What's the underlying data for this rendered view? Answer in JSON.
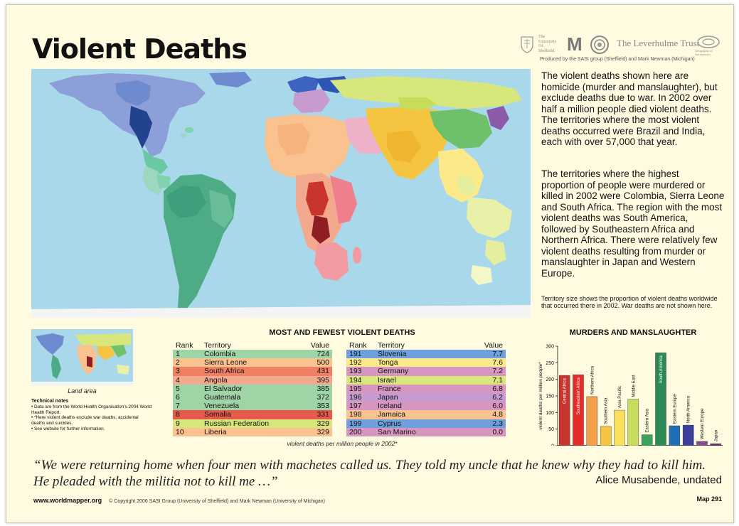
{
  "title": "Violent Deaths",
  "logos": {
    "university": "The University Of Sheffield.",
    "michigan": "M",
    "leverhulme": "The Leverhulme Trust",
    "geography": "Geography of Aeronautics"
  },
  "produced_by": "Produced by the SASI group (Sheffield) and Mark Newman (Michigan)",
  "description": [
    "The violent deaths shown here are homicide (murder and manslaughter), but exclude deaths due to war. In 2002 over half a million people died violent deaths. The territories where the most violent deaths occurred were Brazil and India, each with over 57,000 that year.",
    "The territories where the highest proportion of people were murdered or killed in 2002 were Colombia, Sierra Leone and South Africa. The region with the most violent deaths was South America, followed by Southeastern Africa and Northern Africa. There were relatively few violent deaths resulting from murder or manslaughter in Japan and Western Europe."
  ],
  "territory_note": "Territory size shows the proportion of violent deaths worldwide that occurred there in 2002. War deaths are not shown here.",
  "inset_label": "Land area",
  "technical_notes": {
    "heading": "Technical notes",
    "items": [
      "• Data are from the World Health Organisation's 2004 World Health Report.",
      "• *Here violent deaths exclude war deaths, accidental deaths and suicides.",
      "• See website for further information."
    ]
  },
  "table": {
    "title": "MOST AND FEWEST VIOLENT DEATHS",
    "headers": {
      "rank": "Rank",
      "territory": "Territory",
      "value": "Value"
    },
    "caption": "violent deaths per million people in 2002*",
    "most": [
      {
        "rank": "1",
        "territory": "Colombia",
        "value": "724",
        "color": "#9fd4a6"
      },
      {
        "rank": "2",
        "territory": "Sierra Leone",
        "value": "500",
        "color": "#f9c28f"
      },
      {
        "rank": "3",
        "territory": "South Africa",
        "value": "431",
        "color": "#ef8064"
      },
      {
        "rank": "4",
        "territory": "Angola",
        "value": "395",
        "color": "#f3a98e"
      },
      {
        "rank": "5",
        "territory": "El Salvador",
        "value": "385",
        "color": "#9fd4a6"
      },
      {
        "rank": "6",
        "territory": "Guatemala",
        "value": "372",
        "color": "#9fd4a6"
      },
      {
        "rank": "7",
        "territory": "Venezuela",
        "value": "353",
        "color": "#9fd4a6"
      },
      {
        "rank": "8",
        "territory": "Somalia",
        "value": "331",
        "color": "#e7594b"
      },
      {
        "rank": "9",
        "territory": "Russian Federation",
        "value": "329",
        "color": "#d8e77c"
      },
      {
        "rank": "10",
        "territory": "Liberia",
        "value": "329",
        "color": "#f9c28f"
      }
    ],
    "fewest": [
      {
        "rank": "191",
        "territory": "Slovenia",
        "value": "7.7",
        "color": "#6f9fdc"
      },
      {
        "rank": "192",
        "territory": "Tonga",
        "value": "7.6",
        "color": "#fbe98a"
      },
      {
        "rank": "193",
        "territory": "Germany",
        "value": "7.2",
        "color": "#d796bf"
      },
      {
        "rank": "194",
        "territory": "Israel",
        "value": "7.1",
        "color": "#d8e77c"
      },
      {
        "rank": "195",
        "territory": "France",
        "value": "6.8",
        "color": "#d796bf"
      },
      {
        "rank": "196",
        "territory": "Japan",
        "value": "6.2",
        "color": "#c79ad0"
      },
      {
        "rank": "197",
        "territory": "Iceland",
        "value": "6.0",
        "color": "#d796bf"
      },
      {
        "rank": "198",
        "territory": "Jamaica",
        "value": "4.8",
        "color": "#f9c28f"
      },
      {
        "rank": "199",
        "territory": "Cyprus",
        "value": "2.3",
        "color": "#6f9fdc"
      },
      {
        "rank": "200",
        "territory": "San Marino",
        "value": "0.0",
        "color": "#d796bf"
      }
    ]
  },
  "chart_data": {
    "type": "bar",
    "title": "MURDERS AND MANSLAUGHTER",
    "ylabel": "violent deaths per million people*",
    "ylim": [
      0,
      300
    ],
    "yticks": [
      "0",
      "50",
      "100",
      "150",
      "200",
      "250",
      "300"
    ],
    "categories": [
      "Central Africa",
      "Southeastern Africa",
      "Northern Africa",
      "Southern Asia",
      "Asia Pacific",
      "Middle East",
      "Eastern Asia",
      "South America",
      "Eastern Europe",
      "North America",
      "Western Europe",
      "Japan"
    ],
    "values": [
      212,
      214,
      148,
      58,
      107,
      140,
      33,
      280,
      60,
      62,
      13,
      6
    ],
    "colors": [
      "#c9342f",
      "#e62b2b",
      "#f0a04a",
      "#f5c541",
      "#fbe060",
      "#c8dc5c",
      "#3aa45a",
      "#2d8a56",
      "#1e6fb8",
      "#3a3f9b",
      "#8a4a8a",
      "#6a2a6a"
    ],
    "grid": false,
    "legend": "none"
  },
  "quote": "“We were returning home when four men with machetes called us. They told my uncle that he knew why they had to kill him. He pleaded with the militia not to kill me …”",
  "attribution": "Alice Musabende, undated",
  "footer": {
    "website": "www.worldmapper.org",
    "copyright": "© Copyright 2006 SASI Group (University of Sheffield) and Mark Newman (University of Michigan)",
    "map_number": "Map 291"
  }
}
